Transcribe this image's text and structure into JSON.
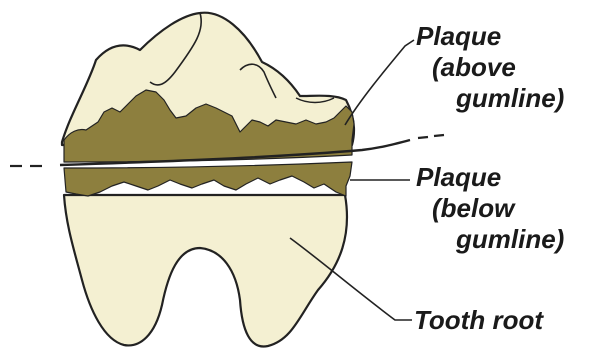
{
  "labels": {
    "plaque_above": [
      "Plaque",
      "(above",
      "gumline)"
    ],
    "plaque_below": [
      "Plaque",
      "(below",
      "gumline)"
    ],
    "tooth_root": "Tooth root"
  },
  "colors": {
    "tooth_fill": "#f4f0d2",
    "plaque_fill": "#8d7f3e",
    "outline": "#222222",
    "text": "#1a1a1a"
  }
}
